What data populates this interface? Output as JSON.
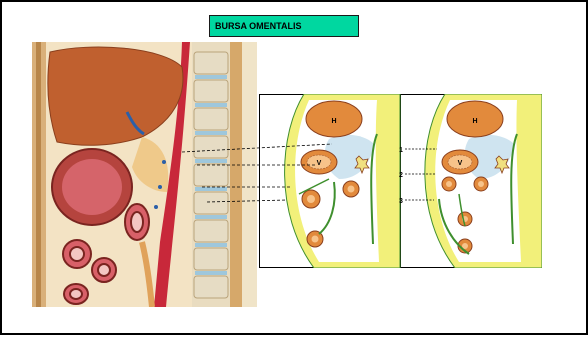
{
  "slide": {
    "title": "BURSA OMENTALIS",
    "title_bg": "#00d7a0"
  },
  "schematic_left": {
    "organ_label_top": "H",
    "organ_label_mid": "V"
  },
  "schematic_right": {
    "organ_label_top": "H",
    "organ_label_mid": "V",
    "markers": [
      "1",
      "2",
      "3"
    ]
  },
  "colors": {
    "liver": "#c0602f",
    "organ_fill": "#e28a3c",
    "peritoneum": "#f2f07a",
    "bursa": "#cfe4f0",
    "vessel_red": "#c8283a",
    "bone": "#efe6c8",
    "green_line": "#3f8f2e"
  }
}
